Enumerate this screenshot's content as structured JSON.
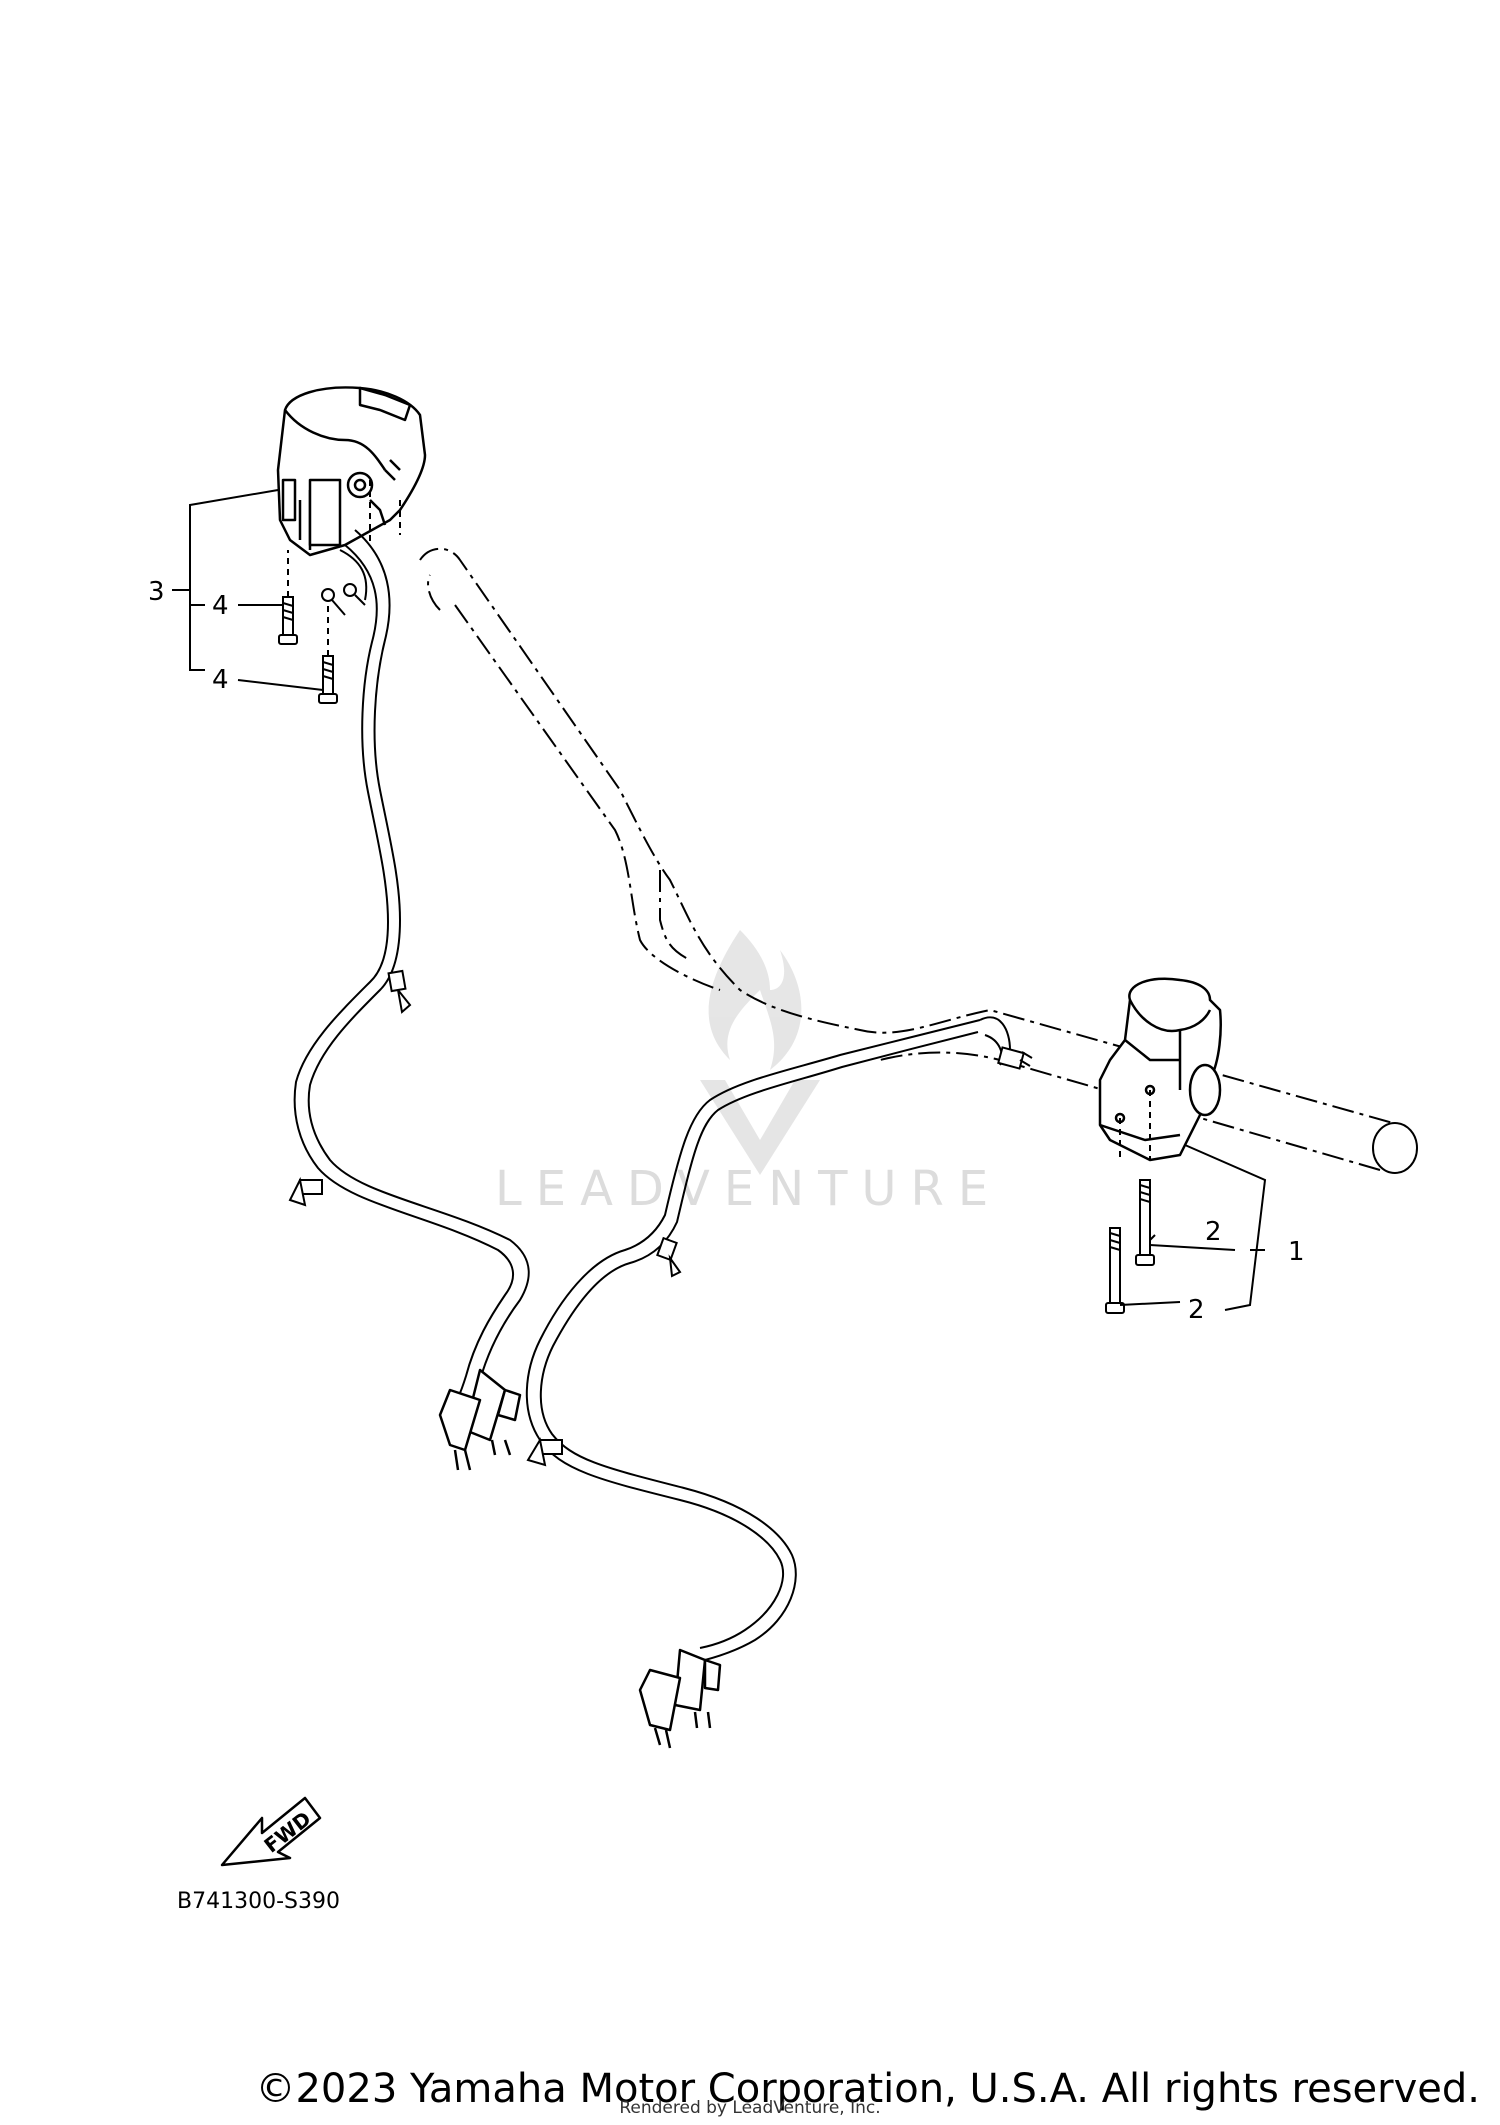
{
  "diagram": {
    "callouts": {
      "part_1": "1",
      "part_2_upper": "2",
      "part_2_lower": "2",
      "part_3": "3",
      "part_4_upper": "4",
      "part_4_lower": "4"
    },
    "fwd_label": "FWD",
    "diagram_code": "B741300-S390"
  },
  "watermark": {
    "text": "LEADVENTURE"
  },
  "footer": {
    "copyright": "©2023 Yamaha Motor Corporation, U.S.A. All rights reserved.",
    "rendered_by": "Rendered by LeadVenture, Inc."
  }
}
